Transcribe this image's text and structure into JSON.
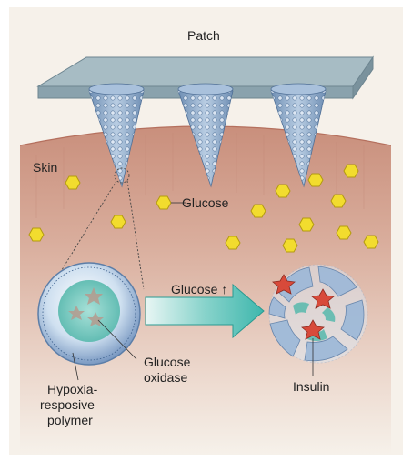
{
  "labels": {
    "patch": "Patch",
    "skin": "Skin",
    "glucose": "Glucose",
    "glucose_trigger": "Glucose ↑",
    "glucose_oxidase": [
      "Glucose",
      "oxidase"
    ],
    "hypoxia_polymer": [
      "Hypoxia-",
      "resposive",
      "polymer"
    ],
    "insulin": "Insulin"
  },
  "colors": {
    "background": "#f6f1ea",
    "skin": "#c98f7c",
    "patch": "#a7bcc4",
    "needle": "#8fa9c9",
    "glucose": "#f2dc2e",
    "arrow": "#3fb7ad",
    "insulin": "#d84a3a"
  },
  "icons": [
    "glucose-hexagon-icon",
    "insulin-star-icon",
    "trigger-arrow-icon"
  ]
}
